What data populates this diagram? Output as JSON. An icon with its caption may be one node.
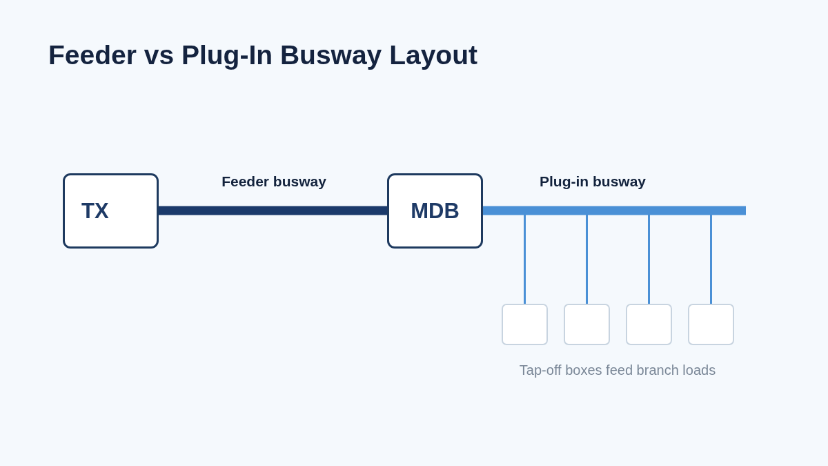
{
  "diagram": {
    "title": "Feeder vs Plug-In Busway Layout",
    "nodes": [
      {
        "text": [
          "TX"
        ]
      },
      {
        "text": [
          "MDB"
        ]
      },
      {
        "text": [],
        "shape": "box"
      },
      {
        "text": [],
        "shape": "box"
      },
      {
        "text": [],
        "shape": "box"
      },
      {
        "text": [],
        "shape": "box"
      }
    ],
    "edges": [
      {
        "from": 0,
        "to": 1,
        "arrow": "none",
        "label": "Feeder busway",
        "style": "thick",
        "color": "#1b3a6b"
      },
      {
        "from": 1,
        "to": null,
        "arrow": "none",
        "label": "Plug-in busway",
        "style": "thick"
      },
      {
        "from": 1,
        "to": 2,
        "arrow": "none"
      },
      {
        "from": 1,
        "to": 3,
        "arrow": "none"
      },
      {
        "from": 1,
        "to": 4,
        "arrow": "none"
      },
      {
        "from": 1,
        "to": 5,
        "arrow": "none"
      }
    ],
    "labels": [
      "Tap-off boxes feed branch loads"
    ]
  }
}
